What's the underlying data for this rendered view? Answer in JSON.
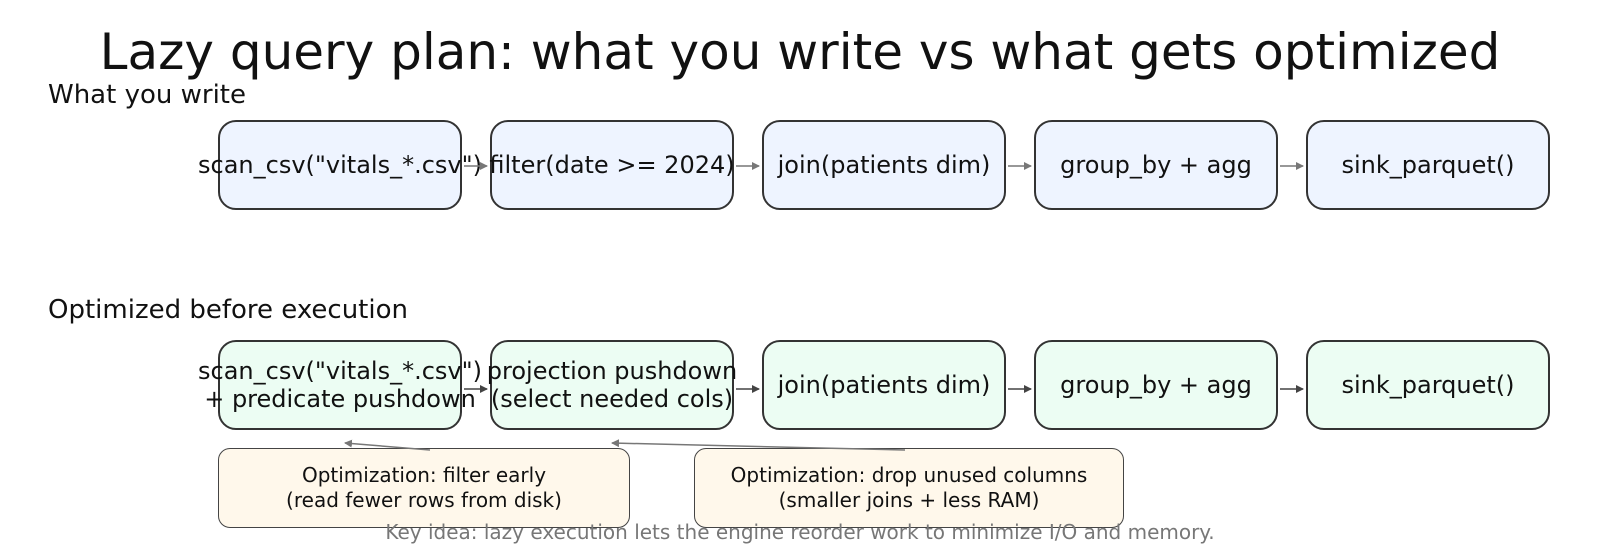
{
  "title": "Lazy query plan: what you write vs what gets optimized",
  "rows": [
    {
      "section": "What you write",
      "steps": [
        "scan_csv(\"vitals_*.csv\")",
        "filter(date >= 2024)",
        "join(patients dim)",
        "group_by + agg",
        "sink_parquet()"
      ]
    },
    {
      "section": "Optimized before execution",
      "steps": [
        "scan_csv(\"vitals_*.csv\")\n+ predicate pushdown",
        "projection pushdown\n(select needed cols)",
        "join(patients dim)",
        "group_by + agg",
        "sink_parquet()"
      ]
    }
  ],
  "notes": [
    {
      "text": "Optimization: filter early\n(read fewer rows from disk)",
      "target_step": 1
    },
    {
      "text": "Optimization: drop unused columns\n(smaller joins + less RAM)",
      "target_step": 2
    }
  ],
  "footer": "Key idea: lazy execution lets the engine reorder work to minimize I/O and memory.",
  "colors": {
    "write_box_fill": "#eef4ff",
    "optimized_box_fill": "#ecfdf3",
    "note_fill": "#fff8eb",
    "box_border": "#333333",
    "arrow_row1": "#777777",
    "arrow_row2": "#444444",
    "footer_text": "#777777"
  }
}
